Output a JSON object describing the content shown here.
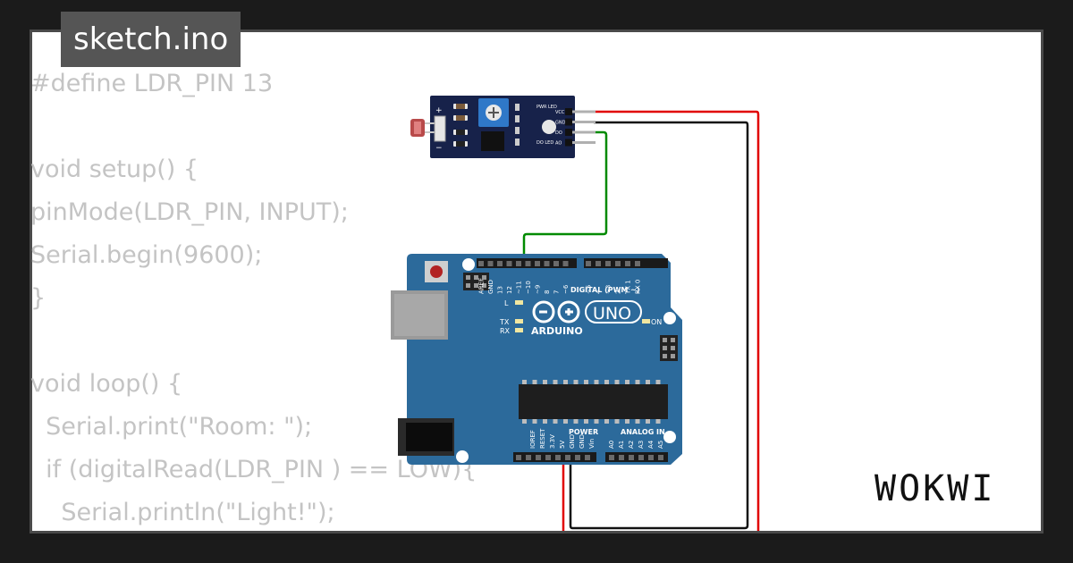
{
  "file_tab": {
    "label": "sketch.ino"
  },
  "code_lines": [
    "#define LDR_PIN 13",
    "",
    "void setup() {",
    "pinMode(LDR_PIN, INPUT);",
    "Serial.begin(9600);",
    "}",
    "",
    "void loop() {",
    "  Serial.print(\"Room: \");",
    "  if (digitalRead(LDR_PIN ) == LOW){",
    "    Serial.println(\"Light!\");"
  ],
  "ldr_module": {
    "pin_labels": [
      "VCC",
      "GND",
      "DO",
      "AO"
    ],
    "pwr_led": "PWR LED",
    "do_led": "DO LED",
    "plus": "+",
    "minus": "−"
  },
  "arduino": {
    "digital_label": "DIGITAL (PWM ~)",
    "digital_pins": [
      "AREF",
      "GND",
      "13",
      "12",
      "~11",
      "~10",
      "~9",
      "8",
      "7",
      "~6",
      "~5",
      "4",
      "~3",
      "2",
      "TX 1",
      "RX 0"
    ],
    "model": "UNO",
    "brand": "ARDUINO",
    "led_l": "L",
    "led_tx": "TX",
    "led_rx": "RX",
    "led_on": "ON",
    "power_label": "POWER",
    "analog_label": "ANALOG IN",
    "power_pins": [
      "IOREF",
      "RESET",
      "3.3V",
      "5V",
      "GND",
      "GND",
      "Vin"
    ],
    "analog_pins": [
      "A0",
      "A1",
      "A2",
      "A3",
      "A4",
      "A5"
    ]
  },
  "wire_colors": {
    "power": "#e10000",
    "ground": "#111111",
    "signal": "#008a00"
  },
  "board_color": "#2c6a9b",
  "module_color": "#17224a",
  "brand_logo": "WOKWI"
}
